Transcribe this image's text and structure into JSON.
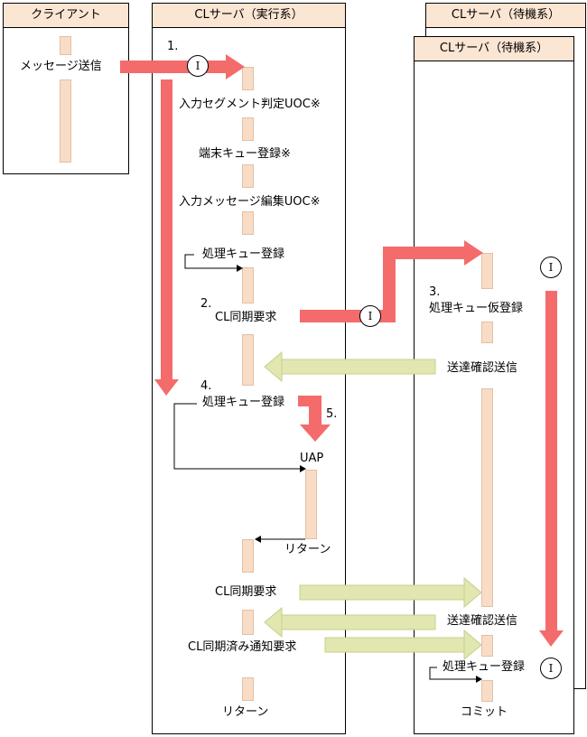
{
  "lanes": {
    "client": "クライアント",
    "primary": "CLサーバ（実行系）",
    "standby_back": "CLサーバ（待機系）",
    "standby": "CLサーバ（待機系）"
  },
  "steps": {
    "s1": "1.",
    "s2": "2.",
    "s3": "3.",
    "s4": "4.",
    "s5": "5."
  },
  "labels": {
    "send_message": "メッセージ送信",
    "input_segment_uoc": "入力セグメント判定UOC※",
    "terminal_queue": "端末キュー登録※",
    "input_message_uoc": "入力メッセージ編集UOC※",
    "proc_queue_1": "処理キュー登録",
    "cl_sync_req_1": "CL同期要求",
    "proc_queue_temp": "処理キュー仮登録",
    "ack_send_1": "送達確認送信",
    "proc_queue_2": "処理キュー登録",
    "uap": "UAP",
    "return_1": "リターン",
    "cl_sync_req_2": "CL同期要求",
    "ack_send_2": "送達確認送信",
    "cl_sync_done": "CL同期済み通知要求",
    "proc_queue_3": "処理キュー登録",
    "return_2": "リターン",
    "commit": "コミット"
  },
  "marks": {
    "m1": "I",
    "m2": "I",
    "m3": "I",
    "m4": "I"
  },
  "colors": {
    "header_fill": "#fbe5d3",
    "activation_fill": "#f8dcc6",
    "red_arrow": "#f46b6b",
    "green_arrow": "#e2e6b0"
  }
}
